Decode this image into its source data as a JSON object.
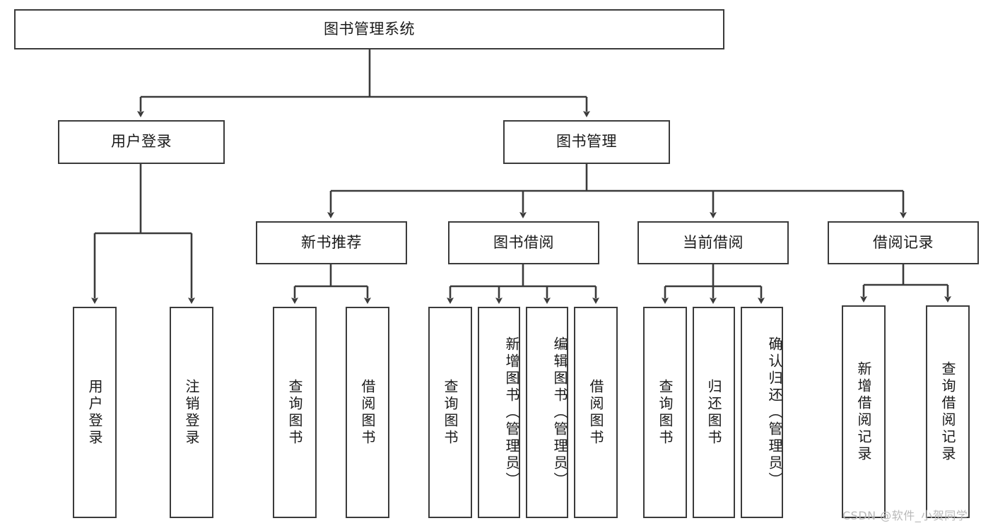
{
  "diagram": {
    "type": "tree-hierarchy-chart",
    "title": "图书管理系统",
    "watermark": "CSDN @软件_小贺同学",
    "style": {
      "box_border_color": "#3b3b3b",
      "box_fill": "#ffffff",
      "connector_color": "#3b3b3b",
      "text_color": "#1a1a1a",
      "watermark_color": "#b9b9b9"
    },
    "nodes": {
      "root": {
        "label": "图书管理系统"
      },
      "level2": [
        {
          "id": "user-login",
          "label": "用户登录"
        },
        {
          "id": "book-manage",
          "label": "图书管理"
        }
      ],
      "level3": [
        {
          "id": "new-book-rec",
          "label": "新书推荐"
        },
        {
          "id": "book-borrow",
          "label": "图书借阅"
        },
        {
          "id": "current-borrow",
          "label": "当前借阅"
        },
        {
          "id": "borrow-record",
          "label": "借阅记录"
        }
      ],
      "leaves": {
        "user-login": [
          {
            "id": "leaf-user-login",
            "label": "用户登录"
          },
          {
            "id": "leaf-logout",
            "label": "注销登录"
          }
        ],
        "new-book-rec": [
          {
            "id": "leaf-query-book-1",
            "label": "查询图书"
          },
          {
            "id": "leaf-borrow-book-1",
            "label": "借阅图书"
          }
        ],
        "book-borrow": [
          {
            "id": "leaf-query-book-2",
            "label": "查询图书"
          },
          {
            "id": "leaf-add-book",
            "label": "新增图书（管理员）"
          },
          {
            "id": "leaf-edit-book",
            "label": "编辑图书（管理员）"
          },
          {
            "id": "leaf-borrow-book-2",
            "label": "借阅图书"
          }
        ],
        "current-borrow": [
          {
            "id": "leaf-query-book-3",
            "label": "查询图书"
          },
          {
            "id": "leaf-return-book",
            "label": "归还图书"
          },
          {
            "id": "leaf-confirm-return",
            "label": "确认归还（管理员）"
          }
        ],
        "borrow-record": [
          {
            "id": "leaf-add-record",
            "label": "新增借阅记录"
          },
          {
            "id": "leaf-query-record",
            "label": "查询借阅记录"
          }
        ]
      }
    }
  }
}
